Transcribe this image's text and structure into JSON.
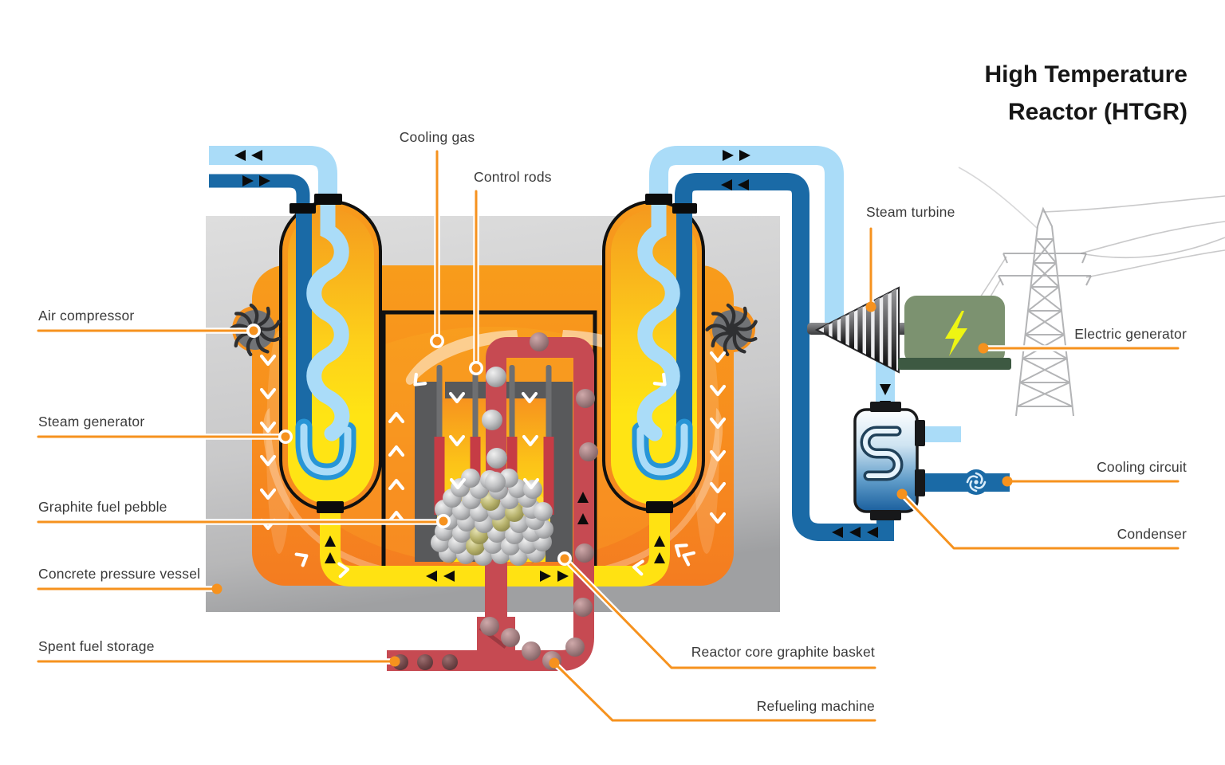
{
  "title": {
    "line1": "High Temperature",
    "line2": "Reactor (HTGR)"
  },
  "labels": {
    "cooling_gas": "Cooling gas",
    "control_rods": "Control rods",
    "steam_turbine": "Steam turbine",
    "electric_generator": "Electric generator",
    "air_compressor": "Air compressor",
    "steam_generator": "Steam generator",
    "graphite_fuel_pebble": "Graphite fuel pebble",
    "concrete_pressure_vessel": "Concrete pressure vessel",
    "spent_fuel_storage": "Spent fuel storage",
    "cooling_circuit": "Cooling circuit",
    "condenser": "Condenser",
    "reactor_core_graphite_basket": "Reactor core graphite basket",
    "refueling_machine": "Refueling machine"
  },
  "colors": {
    "leader_accent": "#F6921E",
    "hot_gas_yellow": "#FFE212",
    "plenum_orange": "#F78C1E",
    "steam_light_blue": "#AADCF8",
    "water_dark_blue": "#1A6AA6",
    "fuel_pipe_red": "#C64A52",
    "concrete_gray": "#C6C6C7",
    "basket_gray": "#58595B",
    "generator_green": "#7C9270"
  }
}
